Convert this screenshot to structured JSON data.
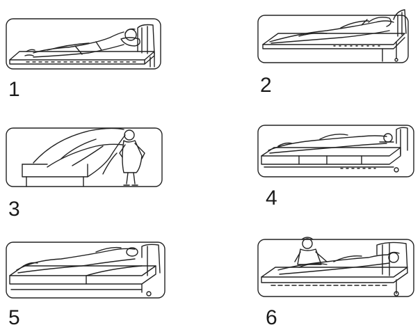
{
  "steps": [
    {
      "number": "1",
      "icon": "patient-supine-bed-icon"
    },
    {
      "number": "2",
      "icon": "patient-covered-bed-icon"
    },
    {
      "number": "3",
      "icon": "caregiver-lifting-sheet-icon"
    },
    {
      "number": "4",
      "icon": "patient-on-mattress-icon"
    },
    {
      "number": "5",
      "icon": "patient-prone-bed-icon"
    },
    {
      "number": "6",
      "icon": "caregiver-turning-patient-icon"
    }
  ]
}
